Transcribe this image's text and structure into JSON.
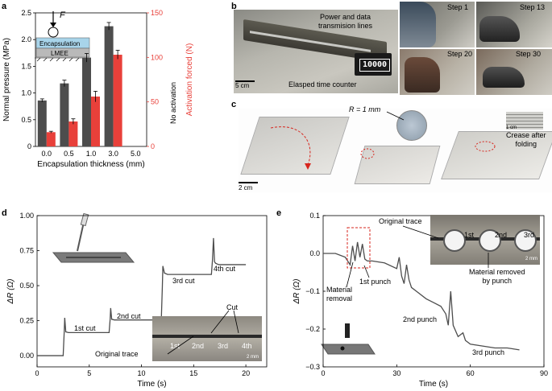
{
  "panels": {
    "a": {
      "letter": "a",
      "inset": {
        "force_label": "F",
        "layer1": "Encapsulation",
        "layer2": "LMEE"
      },
      "no_activation": "No activation"
    },
    "b": {
      "letter": "b",
      "labels": {
        "power": "Power and data\ntransmision lines",
        "counter": "Elasped time counter",
        "counter_display": "10000",
        "scale": "5 cm"
      },
      "steps": [
        "Step 1",
        "Step 13",
        "Step 20",
        "Step 30"
      ]
    },
    "c": {
      "letter": "c",
      "labels": {
        "radius": "R = 1 mm",
        "crease": "Crease after\nfolding",
        "scale_small": "1 cm",
        "scale": "2 cm"
      }
    },
    "d": {
      "letter": "d",
      "cuts": [
        "1st cut",
        "2nd cut",
        "3rd cut",
        "4th cut"
      ],
      "inset": {
        "cut": "Cut",
        "trace": "Original trace",
        "marks": [
          "1st",
          "2nd",
          "3rd",
          "4th"
        ],
        "scale": "2 mm"
      }
    },
    "e": {
      "letter": "e",
      "annotations": {
        "removal": "Material\nremoval",
        "punch1": "1st punch",
        "punch2": "2nd punch",
        "punch3": "3rd punch",
        "trace": "Original trace",
        "removed": "Material removed\nby punch"
      },
      "inset": {
        "marks": [
          "1st",
          "2nd",
          "3rd"
        ],
        "scale": "2 mm"
      }
    }
  },
  "chart_data": [
    {
      "type": "bar",
      "panel": "a",
      "xlabel": "Encapsulation thickness (mm)",
      "ylabel": "Normal pressure (MPa)",
      "y2label": "Activation forced (N)",
      "categories": [
        "0.0",
        "0.5",
        "1.0",
        "3.0",
        "5.0"
      ],
      "ylim": [
        0,
        2.5
      ],
      "y2lim": [
        0,
        150
      ],
      "yticks": [
        0,
        0.5,
        1.0,
        1.5,
        2.0,
        2.5
      ],
      "y2ticks": [
        0,
        50,
        100,
        150
      ],
      "series": [
        {
          "axis": "left",
          "color": "#4d4d4d",
          "values": [
            0.86,
            1.18,
            1.66,
            2.25,
            null
          ],
          "errors": [
            0.03,
            0.06,
            0.08,
            0.07,
            null
          ]
        },
        {
          "axis": "right",
          "color": "#e8403a",
          "values": [
            16,
            28,
            56,
            103,
            null
          ],
          "errors": [
            1,
            3,
            6,
            5,
            null
          ]
        }
      ],
      "y2color": "#e8403a"
    },
    {
      "type": "line",
      "panel": "d",
      "xlabel": "Time (s)",
      "ylabel": "ΔR (Ω)",
      "xlim": [
        0,
        22
      ],
      "ylim": [
        -0.08,
        1.0
      ],
      "xticks": [
        0,
        5,
        10,
        15,
        20
      ],
      "yticks": [
        0.0,
        0.25,
        0.5,
        0.75,
        1.0
      ],
      "ytick_labels": [
        "0.00",
        "0.25",
        "0.50",
        "0.75",
        "1.00"
      ],
      "color": "#4d4d4d",
      "x": [
        0,
        2.5,
        2.6,
        2.65,
        2.75,
        3.0,
        6.9,
        7.0,
        7.05,
        7.15,
        7.4,
        11.9,
        12.0,
        12.05,
        12.2,
        12.5,
        16.7,
        16.8,
        16.9,
        17.0,
        17.1,
        17.4,
        20.0
      ],
      "y": [
        0.0,
        0.0,
        0.17,
        0.27,
        0.17,
        0.165,
        0.165,
        0.26,
        0.34,
        0.26,
        0.255,
        0.255,
        0.49,
        0.64,
        0.59,
        0.58,
        0.58,
        0.68,
        0.84,
        0.67,
        0.66,
        0.65,
        0.65
      ]
    },
    {
      "type": "line",
      "panel": "e",
      "xlabel": "Time (s)",
      "ylabel": "ΔR (Ω)",
      "xlim": [
        0,
        90
      ],
      "ylim": [
        -0.3,
        0.1
      ],
      "xticks": [
        0,
        30,
        60,
        90
      ],
      "yticks": [
        -0.3,
        -0.2,
        -0.1,
        0.0,
        0.1
      ],
      "ytick_labels": [
        "−0.3",
        "−0.2",
        "−0.1",
        "0.0",
        "0.1"
      ],
      "color": "#4d4d4d",
      "x": [
        0,
        5,
        9,
        11,
        12,
        13,
        14,
        15,
        16,
        17,
        18,
        20,
        25,
        30,
        31,
        32,
        33,
        34,
        35,
        36,
        38,
        42,
        45,
        48,
        50,
        51,
        52,
        53,
        55,
        57,
        58,
        60,
        65,
        70,
        75,
        80
      ],
      "y": [
        0.0,
        0.0,
        -0.01,
        -0.03,
        0.02,
        -0.02,
        0.03,
        -0.01,
        0.025,
        -0.015,
        -0.02,
        -0.02,
        -0.025,
        -0.04,
        -0.01,
        -0.06,
        -0.08,
        -0.03,
        -0.07,
        -0.09,
        -0.1,
        -0.12,
        -0.13,
        -0.14,
        -0.16,
        -0.19,
        -0.1,
        -0.19,
        -0.22,
        -0.21,
        -0.23,
        -0.24,
        -0.245,
        -0.25,
        -0.25,
        -0.255
      ]
    }
  ]
}
